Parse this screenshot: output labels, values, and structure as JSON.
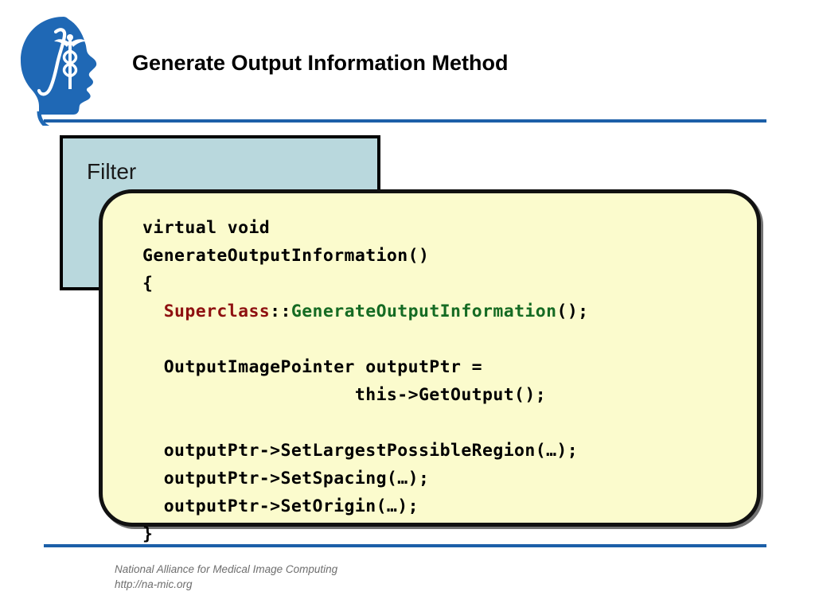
{
  "slide": {
    "title": "Generate Output Information Method",
    "logo": {
      "name": "namic-head-integral-caduceus-logo",
      "color": "#1f68b5"
    },
    "rule_color": "#1c5fa8"
  },
  "filter_box": {
    "label": "Filter",
    "fill_color": "#b9d8dd",
    "border_color": "#000000"
  },
  "code_box": {
    "fill_color": "#fbfbcd",
    "border_color": "#111111",
    "colors": {
      "class_token": "#8e1010",
      "method_token": "#156b23",
      "plain": "#000000"
    },
    "lines": [
      {
        "segments": [
          {
            "text": "virtual void",
            "style": "plain"
          }
        ]
      },
      {
        "segments": [
          {
            "text": "GenerateOutputInformation()",
            "style": "plain"
          }
        ]
      },
      {
        "segments": [
          {
            "text": "{",
            "style": "plain"
          }
        ]
      },
      {
        "segments": [
          {
            "text": "  ",
            "style": "plain"
          },
          {
            "text": "Superclass",
            "style": "class"
          },
          {
            "text": "::",
            "style": "plain"
          },
          {
            "text": "GenerateOutputInformation",
            "style": "method"
          },
          {
            "text": "();",
            "style": "plain"
          }
        ]
      },
      {
        "segments": [
          {
            "text": "",
            "style": "plain"
          }
        ]
      },
      {
        "segments": [
          {
            "text": "  OutputImagePointer outputPtr =",
            "style": "plain"
          }
        ]
      },
      {
        "segments": [
          {
            "text": "                    this->GetOutput();",
            "style": "plain"
          }
        ]
      },
      {
        "segments": [
          {
            "text": "",
            "style": "plain"
          }
        ]
      },
      {
        "segments": [
          {
            "text": "  outputPtr->SetLargestPossibleRegion(…);",
            "style": "plain"
          }
        ]
      },
      {
        "segments": [
          {
            "text": "  outputPtr->SetSpacing(…);",
            "style": "plain"
          }
        ]
      },
      {
        "segments": [
          {
            "text": "  outputPtr->SetOrigin(…);",
            "style": "plain"
          }
        ]
      },
      {
        "segments": [
          {
            "text": "}",
            "style": "plain"
          }
        ]
      }
    ]
  },
  "footer": {
    "line1": "National Alliance for Medical Image Computing",
    "line2": "http://na-mic.org"
  }
}
